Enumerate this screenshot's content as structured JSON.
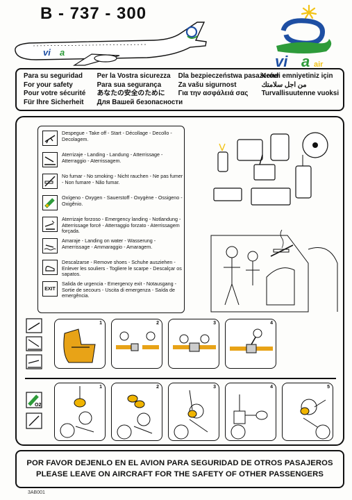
{
  "header": {
    "title": "B - 737 - 300",
    "logo_text_vi": "vi",
    "logo_text_a": "a",
    "logo_text_air": "air"
  },
  "safety_phrases": [
    [
      "Para su seguridad",
      "For your safety",
      "Pour votre sécurité",
      "Für Ihre Sicherheit"
    ],
    [
      "Per la Vostra sicurezza",
      "Para sua segurança",
      "あなたの安全のために",
      "Для Вашей безопасности"
    ],
    [
      "Dla bezpieczeństwa pasażerów",
      "Za vašu sigurnost",
      "Για την ασφάλειά σας"
    ],
    [
      "Kendi emniyetiniz için",
      "من اجل سلامتك",
      "Turvallisuutenne vuoksi"
    ]
  ],
  "symbols": [
    {
      "icon": "takeoff-icon",
      "text": "Despegue - Take off - Start - Décollage - Decollo - Decolagem."
    },
    {
      "icon": "landing-icon",
      "text": "Aterrizaje - Landing - Landung - Atterrissage - Atterraggio - Aterrissagem."
    },
    {
      "icon": "no-smoking-icon",
      "text": "No fumar - No smoking - Nicht rauchen - Ne pas fumer - Non fumare - Não fumar."
    },
    {
      "icon": "oxygen-icon",
      "text": "Oxígeno - Oxygen - Sauerstoff - Oxygène - Ossigeno - Oxigênio."
    },
    {
      "icon": "emergency-landing-icon",
      "text": "Aterrizaje forzoso - Emergency landing - Notlandung - Atterrissage forcé - Atterraggio forzato - Aterrissagem forçada."
    },
    {
      "icon": "water-landing-icon",
      "text": "Amaraje - Landing on water - Wasserung - Amerrissage - Ammaraggio - Amaragem."
    },
    {
      "icon": "remove-shoes-icon",
      "text": "Descalzarse - Remove shoes - Schuhe ausziehen - Enlever les souliers - Togliere le scarpe - Descalçar os sapatos."
    },
    {
      "icon": "exit-icon",
      "icon_label": "EXIT",
      "text": "Salida de urgencia - Emergency exit - Notausgang - Sortie de secours - Uscita di emergenza - Saída de emergência."
    }
  ],
  "belt_steps": [
    "1",
    "2",
    "3",
    "4"
  ],
  "oxygen_steps": [
    "1",
    "2",
    "3",
    "4",
    "5"
  ],
  "oxygen_label": "O2",
  "footer": {
    "line1": "POR FAVOR DEJENLO EN EL AVION PARA SEGURIDAD DE OTROS PASAJEROS",
    "line2": "PLEASE LEAVE ON AIRCRAFT FOR THE SAFETY OF OTHER PASSENGERS"
  },
  "card_code": "3AB001",
  "colors": {
    "ink": "#111111",
    "logo_green": "#2e9b3a",
    "logo_blue": "#1e4fa3",
    "logo_yellow": "#f2c316",
    "belt": "#e8a317",
    "mask_yellow": "#f0b400"
  }
}
